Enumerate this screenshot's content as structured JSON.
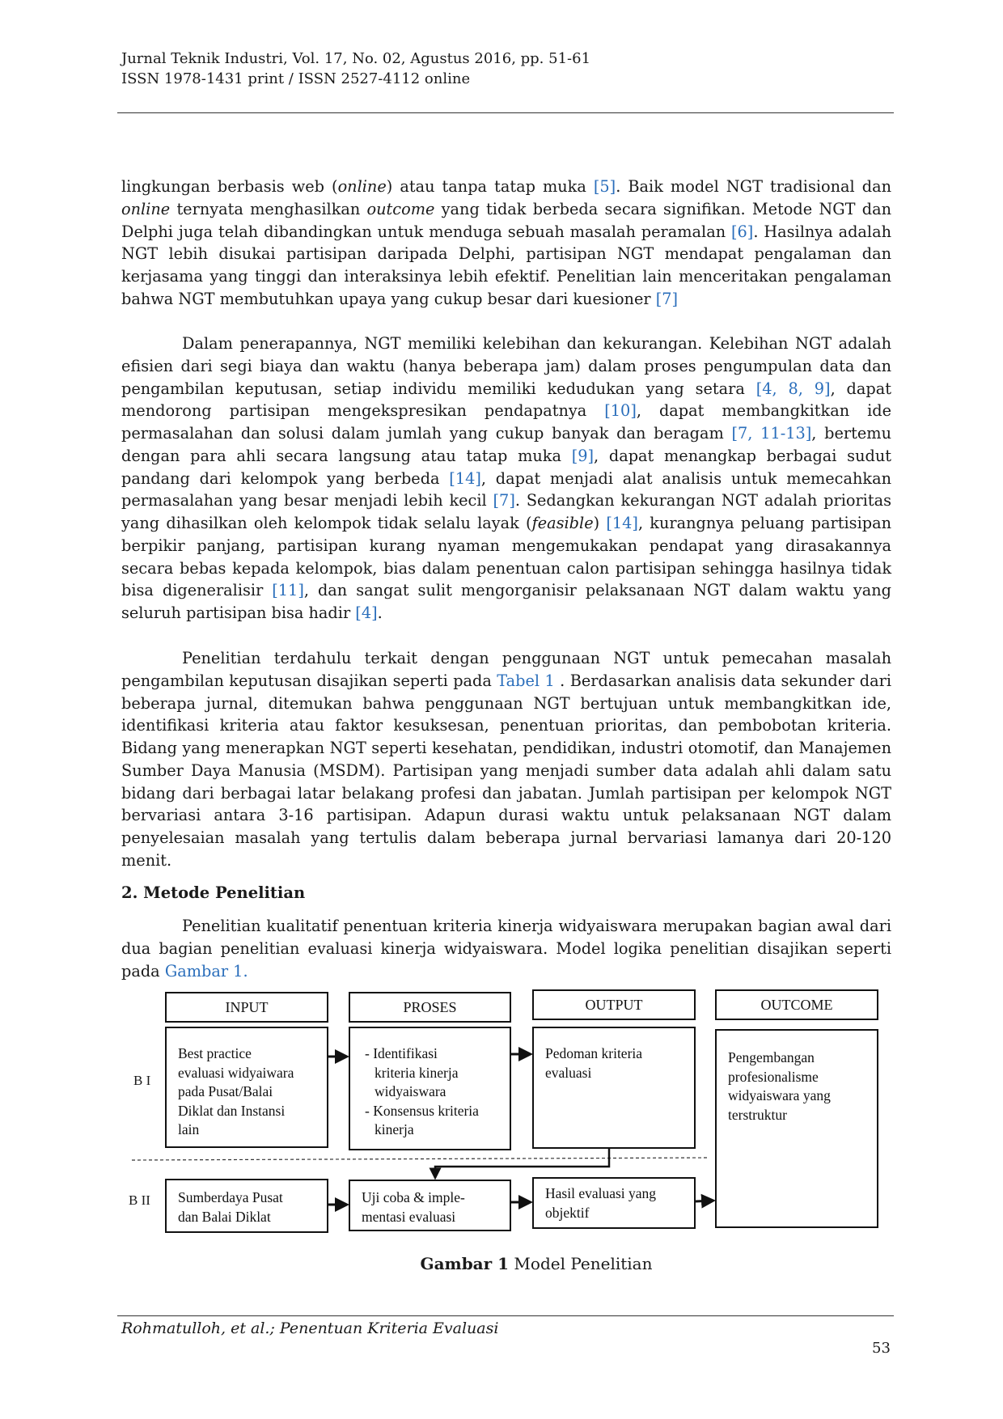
{
  "header": {
    "journal": "Jurnal Teknik Industri, Vol. 17, No. 02, Agustus 2016, pp. 51-61",
    "issn": "ISSN 1978-1431 print / ISSN 2527-4112 online"
  },
  "paragraphs": [
    {
      "indent": false,
      "segments": [
        {
          "t": "lingkungan berbasis web ("
        },
        {
          "t": "online",
          "s": "it"
        },
        {
          "t": ") atau tanpa tatap muka "
        },
        {
          "t": "[5]",
          "s": "cite"
        },
        {
          "t": ". Baik model NGT tradisional dan "
        },
        {
          "t": "online",
          "s": "it"
        },
        {
          "t": " ternyata menghasilkan "
        },
        {
          "t": "outcome",
          "s": "it"
        },
        {
          "t": " yang tidak berbeda secara signifikan. Metode NGT dan Delphi juga telah dibandingkan untuk menduga sebuah masalah peramalan "
        },
        {
          "t": "[6]",
          "s": "cite"
        },
        {
          "t": ". Hasilnya adalah NGT lebih disukai partisipan daripada Delphi, partisipan NGT mendapat pengalaman dan kerjasama yang tinggi dan interaksinya lebih efektif. Penelitian lain menceritakan pengalaman bahwa NGT membutuhkan upaya yang cukup besar dari kuesioner "
        },
        {
          "t": "[7]",
          "s": "cite"
        }
      ]
    },
    {
      "indent": true,
      "segments": [
        {
          "t": "Dalam penerapannya, NGT memiliki kelebihan dan kekurangan. Kelebihan NGT adalah efisien dari segi biaya dan waktu (hanya beberapa jam) dalam proses pengumpulan data dan pengambilan keputusan, setiap individu memiliki kedudukan yang setara "
        },
        {
          "t": "[4, 8, 9]",
          "s": "cite"
        },
        {
          "t": ", dapat mendorong partisipan mengekspresikan pendapatnya "
        },
        {
          "t": "[10]",
          "s": "cite"
        },
        {
          "t": ", dapat membangkitkan ide permasalahan dan solusi dalam jumlah yang cukup banyak dan beragam "
        },
        {
          "t": "[7, 11-13]",
          "s": "cite"
        },
        {
          "t": ", bertemu dengan para ahli secara langsung atau tatap muka "
        },
        {
          "t": "[9]",
          "s": "cite"
        },
        {
          "t": ", dapat menangkap berbagai sudut pandang dari kelompok yang berbeda "
        },
        {
          "t": "[14]",
          "s": "cite"
        },
        {
          "t": ", dapat menjadi alat analisis untuk memecahkan permasalahan yang besar menjadi lebih kecil "
        },
        {
          "t": "[7]",
          "s": "cite"
        },
        {
          "t": ". Sedangkan kekurangan NGT adalah prioritas yang dihasilkan oleh kelompok tidak selalu layak ("
        },
        {
          "t": "feasible",
          "s": "it"
        },
        {
          "t": ") "
        },
        {
          "t": "[14]",
          "s": "cite"
        },
        {
          "t": ", kurangnya peluang partisipan berpikir panjang, partisipan kurang nyaman mengemukakan pendapat yang dirasakannya secara bebas kepada kelompok, bias dalam penentuan calon partisipan sehingga hasilnya tidak bisa digeneralisir "
        },
        {
          "t": "[11]",
          "s": "cite"
        },
        {
          "t": ", dan sangat sulit mengorganisir pelaksanaan NGT dalam waktu yang seluruh partisipan bisa hadir "
        },
        {
          "t": "[4]",
          "s": "cite"
        },
        {
          "t": "."
        }
      ]
    },
    {
      "indent": true,
      "segments": [
        {
          "t": "Penelitian terdahulu terkait dengan penggunaan NGT untuk pemecahan masalah pengambilan keputusan disajikan seperti pada "
        },
        {
          "t": "Tabel 1",
          "s": "cite"
        },
        {
          "t": " . Berdasarkan analisis data sekunder dari beberapa jurnal, ditemukan bahwa penggunaan NGT bertujuan untuk membangkitkan ide, identifikasi kriteria atau faktor kesuksesan, penentuan prioritas, dan pembobotan kriteria. Bidang yang menerapkan NGT seperti kesehatan, pendidikan, industri otomotif, dan Manajemen Sumber Daya Manusia (MSDM). Partisipan yang menjadi sumber data adalah ahli dalam satu bidang dari berbagai latar belakang profesi dan jabatan. Jumlah partisipan per kelompok NGT bervariasi antara 3-16 partisipan. Adapun durasi waktu untuk pelaksanaan NGT dalam penyelesaian masalah yang tertulis dalam beberapa jurnal bervariasi lamanya dari 20-120 menit."
        }
      ]
    },
    {
      "indent": true,
      "segments": [
        {
          "t": "Penelitian kualitatif penentuan kriteria kinerja widyaiswara merupakan bagian awal dari dua bagian penelitian evaluasi kinerja widyaiswara. Model logika penelitian disajikan seperti pada "
        },
        {
          "t": "Gambar 1.",
          "s": "cite"
        }
      ]
    }
  ],
  "section_heading": "2. Metode Penelitian",
  "figure": {
    "columns": [
      "INPUT",
      "PROSES",
      "OUTPUT",
      "OUTCOME"
    ],
    "row_labels": [
      "B I",
      "B II"
    ],
    "b1_input": [
      "Best practice",
      "evaluasi widyaiwara",
      "pada Pusat/Balai",
      "Diklat dan Instansi",
      "lain"
    ],
    "b1_proses": [
      [
        "Identifikasi",
        "kriteria kinerja",
        "widyaiswara"
      ],
      [
        "Konsensus kriteria",
        "kinerja"
      ]
    ],
    "b1_output": [
      "Pedoman kriteria",
      "evaluasi"
    ],
    "outcome": [
      "Pengembangan",
      "profesionalisme",
      "widyaiswara yang",
      "terstruktur"
    ],
    "b2_input": [
      "Sumberdaya Pusat",
      "dan Balai Diklat"
    ],
    "b2_proses": [
      "Uji coba & imple-",
      "mentasi evaluasi"
    ],
    "b2_output": [
      "Hasil evaluasi yang",
      "objektif"
    ],
    "caption_bold": "Gambar 1",
    "caption": " Model Penelitian"
  },
  "footer": {
    "running": "Rohmatulloh, et al.; Penentuan Kriteria Evaluasi",
    "page": "53"
  }
}
